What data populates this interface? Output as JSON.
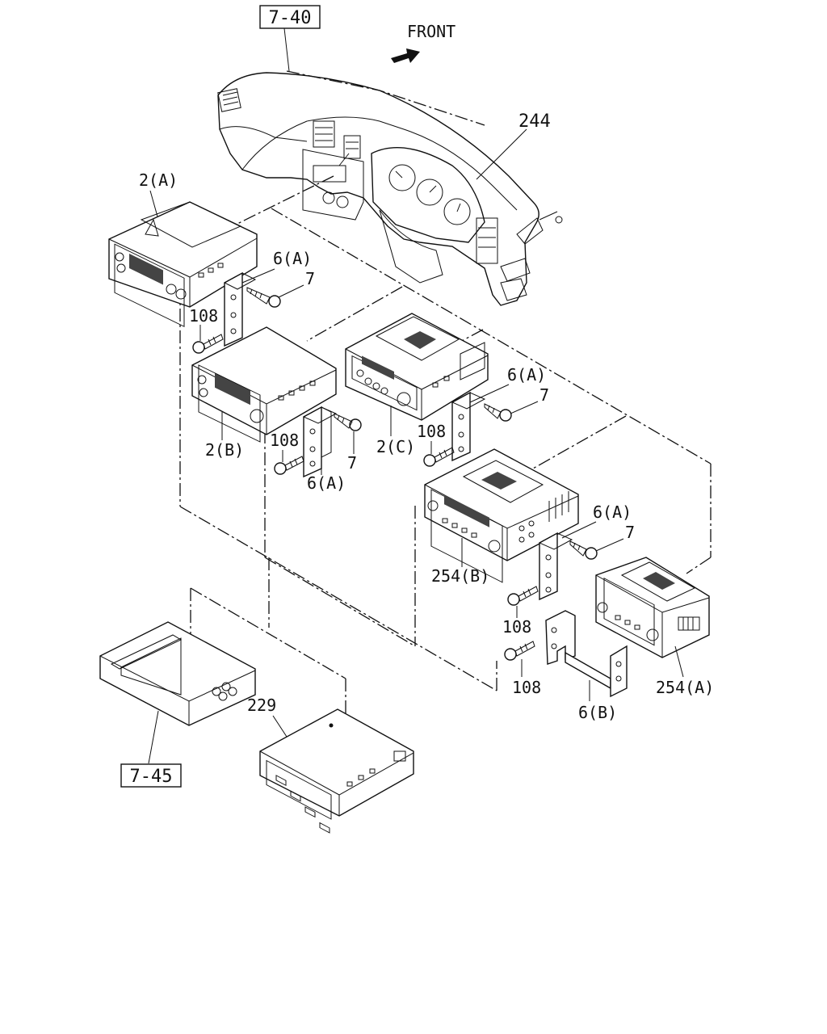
{
  "labels": {
    "ref_dashboard": "7-40",
    "front": "FRONT",
    "dash_244": "244",
    "radio_2a": "2(A)",
    "bracket_6a_1": "6(A)",
    "screw_7_1": "7",
    "screw_108_1": "108",
    "radio_2b": "2(B)",
    "screw_108_2": "108",
    "screw_7_2": "7",
    "bracket_6a_2": "6(A)",
    "radio_2c": "2(C)",
    "bracket_6a_3": "6(A)",
    "screw_7_3": "7",
    "screw_108_3": "108",
    "unit_254b": "254(B)",
    "bracket_6a_4": "6(A)",
    "screw_7_4": "7",
    "screw_108_4": "108",
    "screw_108_5": "108",
    "bracket_6b": "6(B)",
    "unit_254a": "254(A)",
    "unit_229": "229",
    "ref_pocket": "7-45"
  }
}
